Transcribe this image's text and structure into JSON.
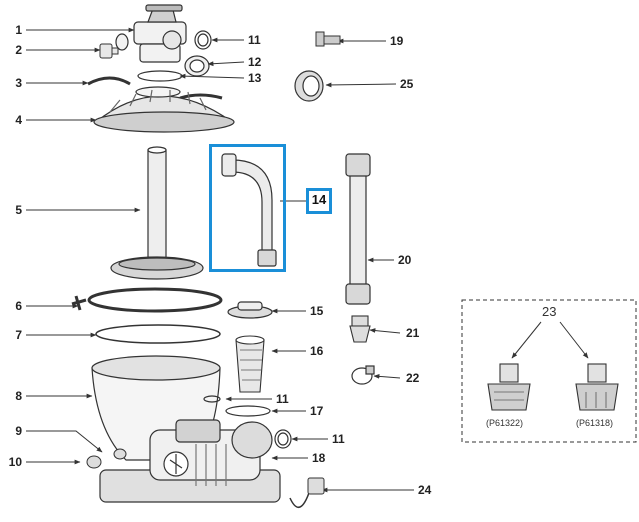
{
  "labels": {
    "p1": "1",
    "p2": "2",
    "p3": "3",
    "p4": "4",
    "p5": "5",
    "p6": "6",
    "p7": "7",
    "p8": "8",
    "p9": "9",
    "p10": "10",
    "p11a": "11",
    "p11b": "11",
    "p11c": "11",
    "p12": "12",
    "p13": "13",
    "p14": "14",
    "p15": "15",
    "p16": "16",
    "p17": "17",
    "p18": "18",
    "p19": "19",
    "p20": "20",
    "p21": "21",
    "p22": "22",
    "p23": "23",
    "p24": "24",
    "p25": "25"
  },
  "inset": {
    "left_code": "(P61322)",
    "right_code": "(P61318)"
  },
  "colors": {
    "highlight": "#1a8fd8",
    "line": "#333333"
  }
}
